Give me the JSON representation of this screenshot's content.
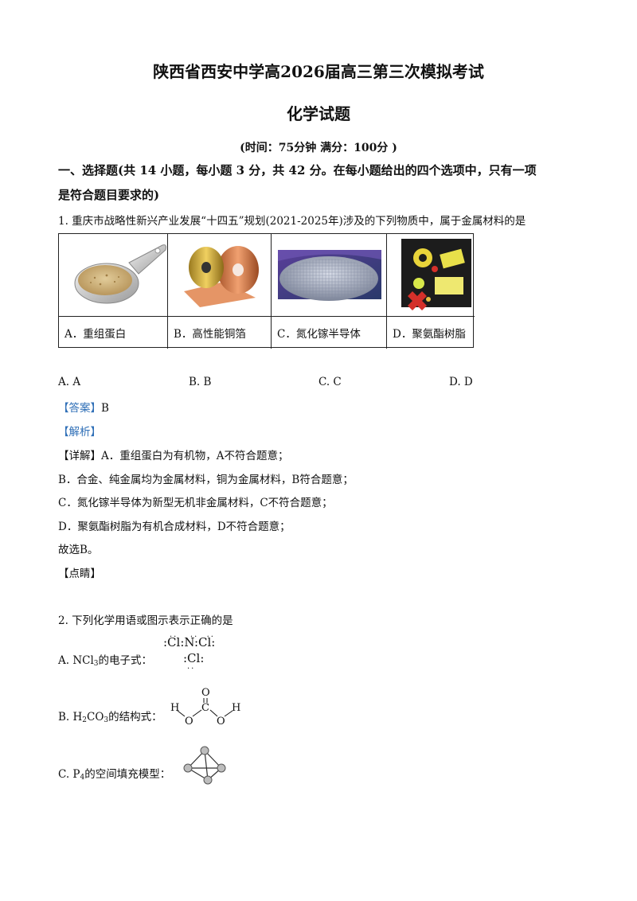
{
  "header": {
    "title": "陕西省西安中学高2026届高三第三次模拟考试",
    "subject": "化学试题",
    "time_info": "(时间：75分钟    满分：100分 )"
  },
  "section1": {
    "line1": "一、选择题(共 14 小题，每小题 3 分，共 42 分。在每小题给出的四个选项中，只有一项",
    "line2": "是符合题目要求的)"
  },
  "q1": {
    "stem": "1. 重庆市战略性新兴产业发展“十四五”规划(2021-2025年)涉及的下列物质中，属于金属材料的是",
    "table_labels": [
      "A．重组蛋白",
      "B．高性能铜箔",
      "C．氮化镓半导体",
      "D．聚氨酯树脂"
    ],
    "options": [
      "A. A",
      "B. B",
      "C. C",
      "D. D"
    ],
    "answer_tag": "【答案】",
    "answer_value": "B",
    "analysis_tag": "【解析】",
    "detail_tag": "【详解】",
    "detail_lines": [
      "A．重组蛋白为有机物，A不符合题意；",
      "B．合金、纯金属均为金属材料，铜为金属材料，B符合题意；",
      "C．氮化镓半导体为新型无机非金属材料，C不符合题意；",
      "D．聚氨酯树脂为有机合成材料，D不符合题意；",
      "故选B。"
    ],
    "comment_tag": "【点睛】"
  },
  "q2": {
    "stem": "2. 下列化学用语或图示表示正确的是",
    "optA_prefix": "A. NCl",
    "optA_sub": "3",
    "optA_suffix": "的电子式：",
    "optB_prefix": "B. H",
    "optB_sub1": "2",
    "optB_mid": "CO",
    "optB_sub2": "3",
    "optB_suffix": "的结构式：",
    "optC_prefix": "C. P",
    "optC_sub": "4",
    "optC_suffix": "的空间填充模型：",
    "ncl3_formula": {
      "top_left": ":Cl",
      "center": ":N:",
      "top_right": "Cl:",
      "bottom": ":Cl:"
    },
    "h2co3_formula": {
      "atoms": [
        "H",
        "O",
        "C",
        "O",
        "H",
        "O"
      ]
    }
  }
}
